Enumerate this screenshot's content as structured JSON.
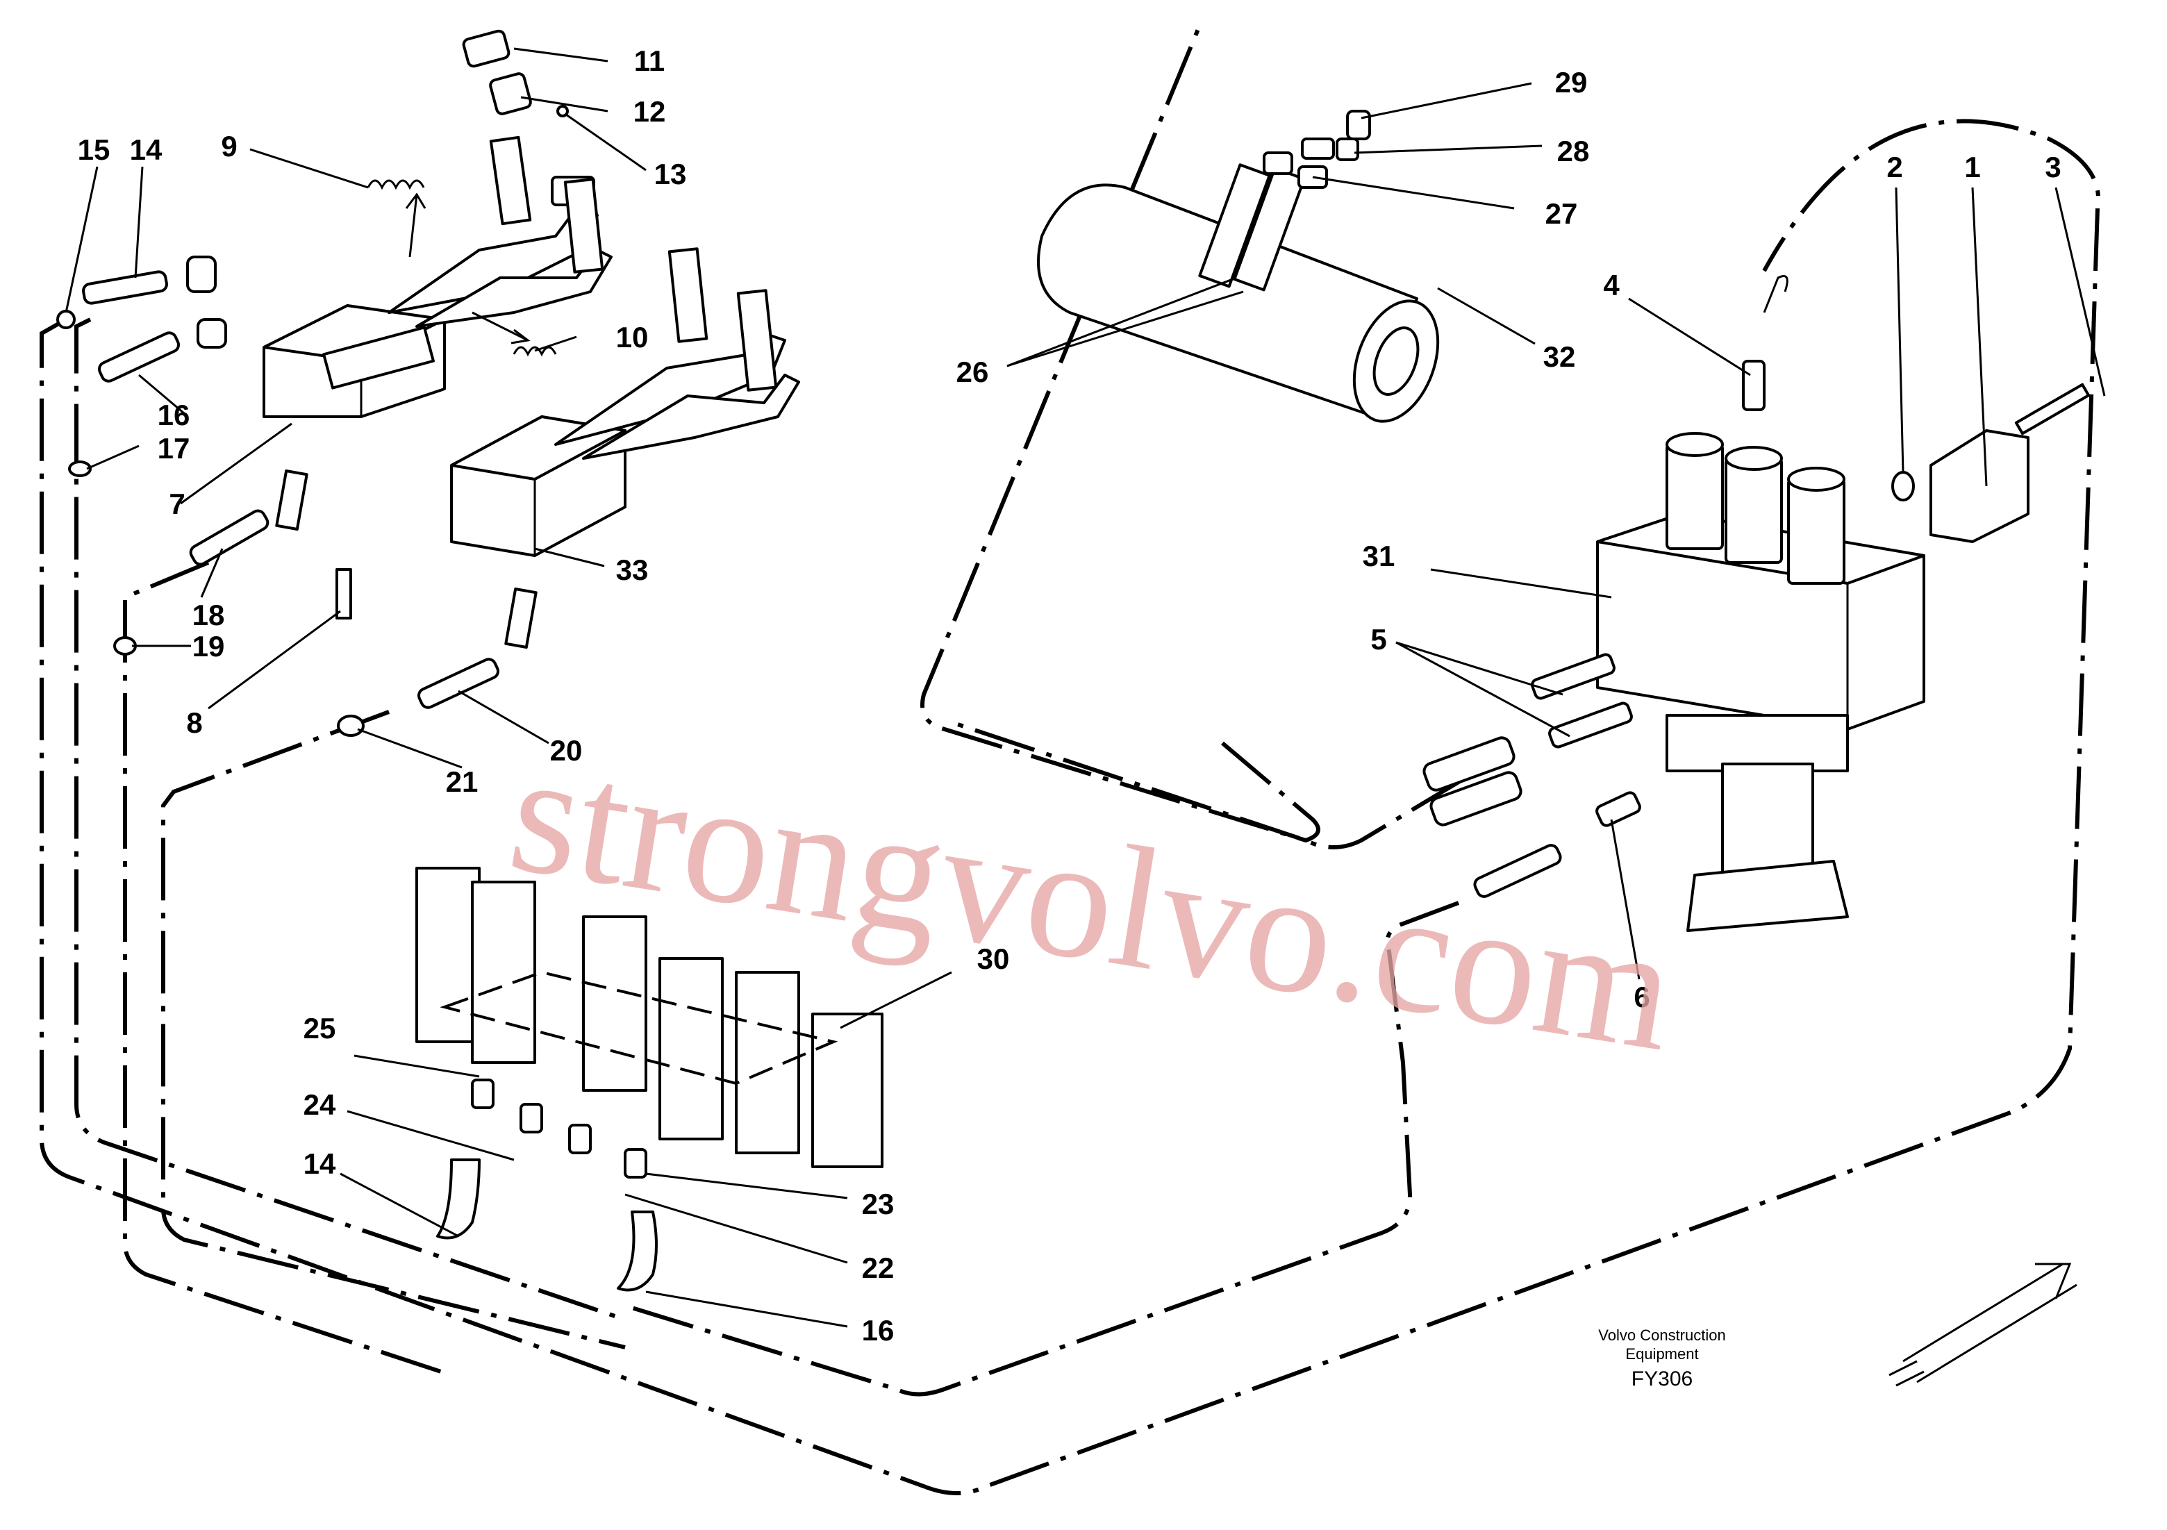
{
  "callouts": [
    {
      "id": "c1",
      "text": "1"
    },
    {
      "id": "c2",
      "text": "2"
    },
    {
      "id": "c3",
      "text": "3"
    },
    {
      "id": "c4",
      "text": "4"
    },
    {
      "id": "c5",
      "text": "5"
    },
    {
      "id": "c6",
      "text": "6"
    },
    {
      "id": "c7",
      "text": "7"
    },
    {
      "id": "c8",
      "text": "8"
    },
    {
      "id": "c9",
      "text": "9"
    },
    {
      "id": "c10",
      "text": "10"
    },
    {
      "id": "c11",
      "text": "11"
    },
    {
      "id": "c12",
      "text": "12"
    },
    {
      "id": "c13",
      "text": "13"
    },
    {
      "id": "c14a",
      "text": "14"
    },
    {
      "id": "c14b",
      "text": "14"
    },
    {
      "id": "c15",
      "text": "15"
    },
    {
      "id": "c16a",
      "text": "16"
    },
    {
      "id": "c16b",
      "text": "16"
    },
    {
      "id": "c17",
      "text": "17"
    },
    {
      "id": "c18",
      "text": "18"
    },
    {
      "id": "c19",
      "text": "19"
    },
    {
      "id": "c20",
      "text": "20"
    },
    {
      "id": "c21",
      "text": "21"
    },
    {
      "id": "c22",
      "text": "22"
    },
    {
      "id": "c23",
      "text": "23"
    },
    {
      "id": "c24",
      "text": "24"
    },
    {
      "id": "c25",
      "text": "25"
    },
    {
      "id": "c26",
      "text": "26"
    },
    {
      "id": "c27",
      "text": "27"
    },
    {
      "id": "c28",
      "text": "28"
    },
    {
      "id": "c29",
      "text": "29"
    },
    {
      "id": "c30",
      "text": "30"
    },
    {
      "id": "c31",
      "text": "31"
    },
    {
      "id": "c32",
      "text": "32"
    },
    {
      "id": "c33",
      "text": "33"
    }
  ],
  "caption": {
    "line1": "Volvo Construction",
    "line2": "Equipment",
    "code": "FY306"
  },
  "watermark": "strongvolvo.com",
  "colors": {
    "line": "#000000",
    "watermark": "#e7a6a6",
    "background": "#ffffff"
  }
}
